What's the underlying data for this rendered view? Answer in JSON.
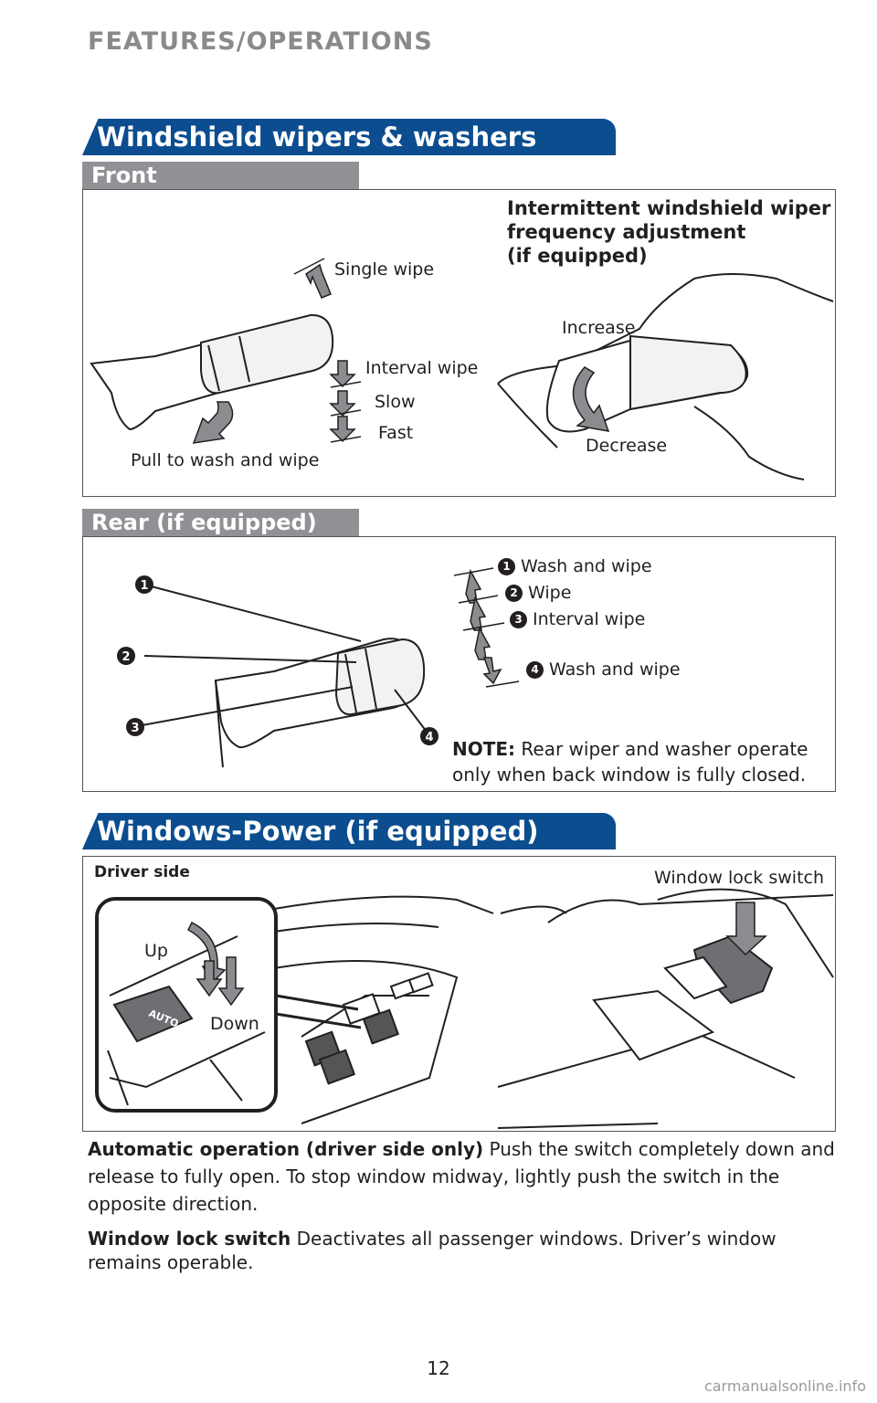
{
  "header": "FEATURES/OPERATIONS",
  "wipers": {
    "title": "Windshield wipers & washers",
    "front": {
      "label": "Front",
      "single_wipe": "Single wipe",
      "interval_wipe": "Interval wipe",
      "slow": "Slow",
      "fast": "Fast",
      "pull_wash": "Pull to wash and wipe",
      "intermittent_title": [
        "Intermittent windshield wiper",
        "frequency adjustment",
        "(if equipped)"
      ],
      "increase": "Increase",
      "decrease": "Decrease"
    },
    "rear": {
      "label": "Rear (if equipped)",
      "callouts": [
        {
          "num": "1",
          "text": "Wash and wipe"
        },
        {
          "num": "2",
          "text": "Wipe"
        },
        {
          "num": "3",
          "text": "Interval wipe"
        },
        {
          "num": "4",
          "text": "Wash and wipe"
        }
      ],
      "note_label": "NOTE:",
      "note_line1": "Rear wiper and washer operate",
      "note_line2": "only when back window is fully closed."
    }
  },
  "windows": {
    "title": "Windows-Power (if equipped)",
    "driver_side": "Driver side",
    "window_lock_switch": "Window lock switch",
    "up": "Up",
    "down": "Down",
    "auto": "AUTO"
  },
  "paragraphs": [
    {
      "term": "Automatic operation (driver side only)",
      "text": " Push the switch completely down and release to fully open. To stop window midway, lightly push the switch in the opposite direction."
    },
    {
      "term": "Window lock switch",
      "text": " Deactivates all passenger windows. Driver’s window remains operable."
    }
  ],
  "page_number": "12",
  "watermark": "carmanualsonline.info",
  "colors": {
    "banner": "#0b4d8f",
    "subbar": "#8f9194",
    "arrow": "#8a8c8f"
  }
}
